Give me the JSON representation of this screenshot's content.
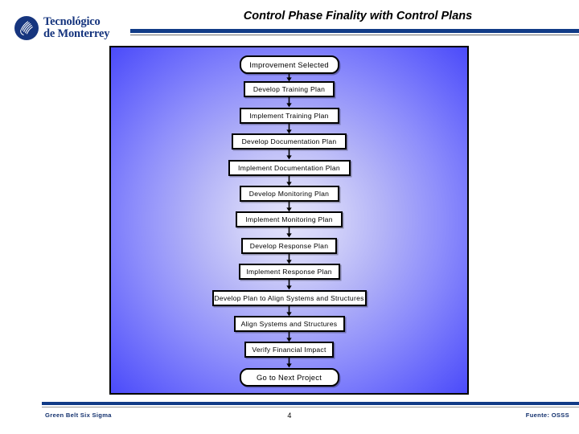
{
  "header": {
    "logo": {
      "icon": "tec-monterrey-flame-emblem-icon",
      "line1": "Tecnológico",
      "line2": "de Monterrey"
    },
    "title": "Control Phase Finality with Control Plans",
    "accent_color": "#113b87"
  },
  "diagram": {
    "type": "flowchart",
    "orientation": "top-to-bottom",
    "background_gradient": {
      "center": "#e2e2fb",
      "edge": "#3f3ff9"
    },
    "border_color": "#000000",
    "connector": "down-arrow",
    "nodes": [
      {
        "label": "Improvement Selected",
        "shape": "rounded",
        "width": 124
      },
      {
        "label": "Develop Training Plan",
        "shape": "rect",
        "width": 113
      },
      {
        "label": "Implement Training Plan",
        "shape": "rect",
        "width": 124
      },
      {
        "label": "Develop Documentation Plan",
        "shape": "rect",
        "width": 143
      },
      {
        "label": "Implement Documentation Plan",
        "shape": "rect",
        "width": 152
      },
      {
        "label": "Develop Monitoring Plan",
        "shape": "rect",
        "width": 124
      },
      {
        "label": "Implement Monitoring Plan",
        "shape": "rect",
        "width": 133
      },
      {
        "label": "Develop Response Plan",
        "shape": "rect",
        "width": 119
      },
      {
        "label": "Implement Response Plan",
        "shape": "rect",
        "width": 126
      },
      {
        "label": "Develop Plan to Align Systems and Structures",
        "shape": "rect",
        "width": 192
      },
      {
        "label": "Align Systems and Structures",
        "shape": "rect",
        "width": 138
      },
      {
        "label": "Verify Financial Impact",
        "shape": "rect",
        "width": 111
      },
      {
        "label": "Go to Next Project",
        "shape": "rounded",
        "width": 124
      }
    ]
  },
  "footer": {
    "left": "Green Belt Six Sigma",
    "page": "4",
    "right": "Fuente: OSSS"
  }
}
